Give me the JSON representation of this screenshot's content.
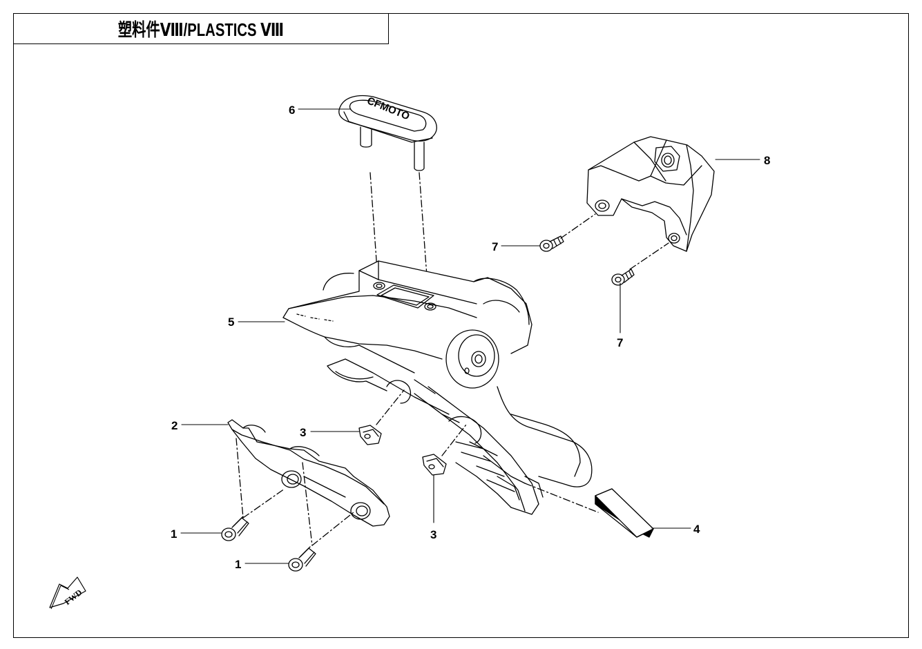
{
  "header": {
    "title": "塑料件Ⅷ/PLASTICS Ⅷ"
  },
  "callouts": [
    {
      "id": "c1a",
      "label": "1"
    },
    {
      "id": "c1b",
      "label": "1"
    },
    {
      "id": "c2",
      "label": "2"
    },
    {
      "id": "c3a",
      "label": "3"
    },
    {
      "id": "c3b",
      "label": "3"
    },
    {
      "id": "c4",
      "label": "4"
    },
    {
      "id": "c5",
      "label": "5"
    },
    {
      "id": "c6",
      "label": "6"
    },
    {
      "id": "c7a",
      "label": "7"
    },
    {
      "id": "c7b",
      "label": "7"
    },
    {
      "id": "c8",
      "label": "8"
    }
  ],
  "emblem": {
    "text": "CFMOTO"
  },
  "direction_arrow": {
    "text": "FWD"
  }
}
